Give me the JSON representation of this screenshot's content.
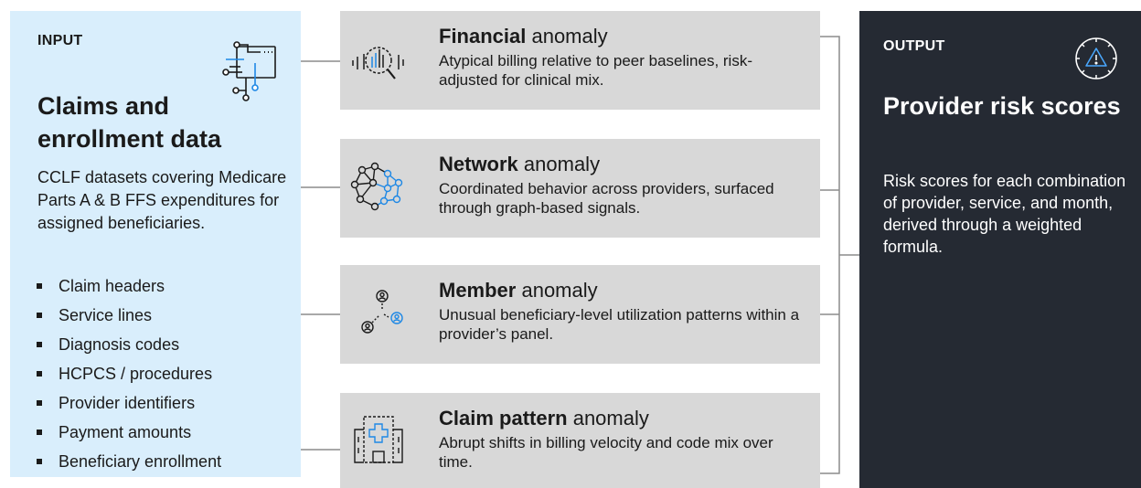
{
  "input": {
    "kicker": "INPUT",
    "title": "Claims and enrollment data",
    "description": "CCLF datasets covering Medicare Parts A & B FFS expenditures for assigned beneficiaries.",
    "bullets": [
      "Claim headers",
      "Service lines",
      "Diagnosis codes",
      "HCPCS / procedures",
      "Provider identifiers",
      "Payment amounts",
      "Beneficiary enrollment"
    ],
    "icon": "circuit-data-icon"
  },
  "anomalies": [
    {
      "title_bold": "Financial",
      "title_rest": " anomaly",
      "description": "Atypical billing relative to peer baselines, risk-adjusted for clinical mix.",
      "icon": "chart-magnifier-icon"
    },
    {
      "title_bold": "Network",
      "title_rest": " anomaly",
      "description": "Coordinated behavior across providers, surfaced through graph-based signals.",
      "icon": "network-graph-icon"
    },
    {
      "title_bold": "Member",
      "title_rest": " anomaly",
      "description": "Unusual beneficiary-level utilization patterns within a provider’s panel.",
      "icon": "members-icon"
    },
    {
      "title_bold": "Claim pattern",
      "title_rest": " anomaly",
      "description": "Abrupt shifts in billing velocity and code mix over time.",
      "icon": "hospital-icon"
    }
  ],
  "output": {
    "kicker": "OUTPUT",
    "title": "Provider risk scores",
    "description": "Risk scores for each combination of provider, service, and month, derived through a weighted formula.",
    "icon": "alert-gauge-icon"
  },
  "colors": {
    "input_bg": "#d9eefc",
    "card_bg": "#d8d8d8",
    "output_bg": "#252a33",
    "accent_blue": "#1e88e5",
    "connector": "#8c8c8c"
  }
}
